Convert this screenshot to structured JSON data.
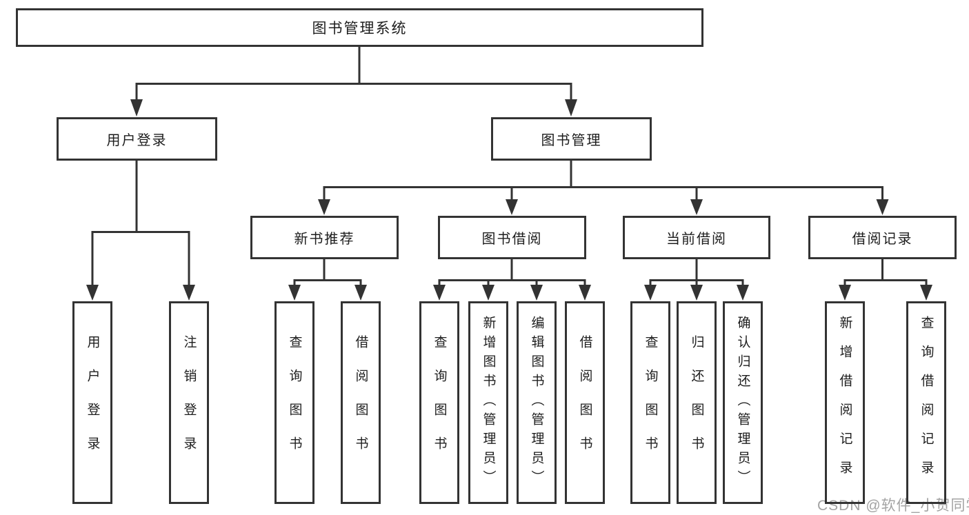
{
  "tree": {
    "root": {
      "label": "图书管理系统"
    },
    "children": [
      {
        "label": "用户登录",
        "children": [
          {
            "label": "用户登录"
          },
          {
            "label": "注销登录"
          }
        ]
      },
      {
        "label": "图书管理",
        "children": [
          {
            "label": "新书推荐",
            "children": [
              {
                "label": "查询图书"
              },
              {
                "label": "借阅图书"
              }
            ]
          },
          {
            "label": "图书借阅",
            "children": [
              {
                "label": "查询图书"
              },
              {
                "label": "新增图书（管理员）"
              },
              {
                "label": "编辑图书（管理员）"
              },
              {
                "label": "借阅图书"
              }
            ]
          },
          {
            "label": "当前借阅",
            "children": [
              {
                "label": "查询图书"
              },
              {
                "label": "归还图书"
              },
              {
                "label": "确认归还（管理员）"
              }
            ]
          },
          {
            "label": "借阅记录",
            "children": [
              {
                "label": "新增借阅记录"
              },
              {
                "label": "查询借阅记录"
              }
            ]
          }
        ]
      }
    ]
  },
  "watermark": {
    "text": "CSDN @软件_小贺同学"
  },
  "colors": {
    "line": "#333333",
    "text": "#1d1d1d",
    "watermark_gray": "#a3a3a3",
    "background": "#ffffff"
  }
}
